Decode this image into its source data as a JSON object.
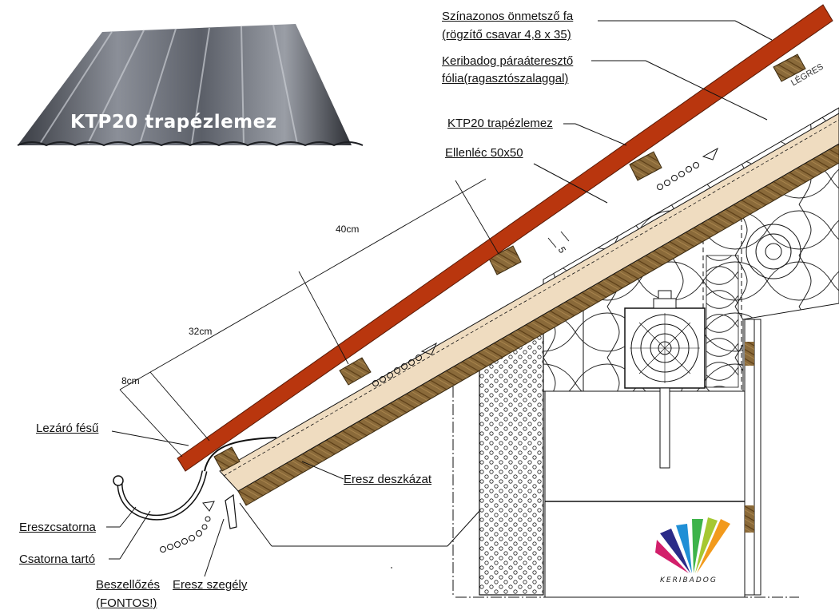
{
  "thumbnail": {
    "title": "KTP20 trapézlemez"
  },
  "labels": {
    "screw_line1": "Színazonos önmetsző fa",
    "screw_line2": "(rögzítő csavar 4,8 x 35)",
    "foil_line1": "Keribadog páraáteresztő",
    "foil_line2": "fólia(ragasztószalaggal)",
    "sheet": "KTP20 trapézlemez",
    "counter_batten": "Ellenléc 50x50",
    "closure_comb": "Lezáró fésű",
    "eaves_boarding": "Eresz deszkázat",
    "gutter": "Ereszcsatorna",
    "gutter_holder": "Csatorna tartó",
    "ventilation_line1": "Beszellőzés",
    "ventilation_line2": "(FONTOS!)",
    "eaves_trim": "Eresz szegély",
    "air_gap": "LÉGRES"
  },
  "dimensions": {
    "d40": "40cm",
    "d32": "32cm",
    "d8": "8cm",
    "d5": "5"
  },
  "logo": {
    "word": "KERIBADOG"
  },
  "colors": {
    "sheet": "#b9360e",
    "batten": "#7a5a2e",
    "foil": "#efdcc0",
    "insulation": "#ffffff",
    "logo_colors": [
      "#d21f6b",
      "#2b2b88",
      "#1f8fd6",
      "#3db34a",
      "#a6c832",
      "#f29a1c"
    ]
  }
}
